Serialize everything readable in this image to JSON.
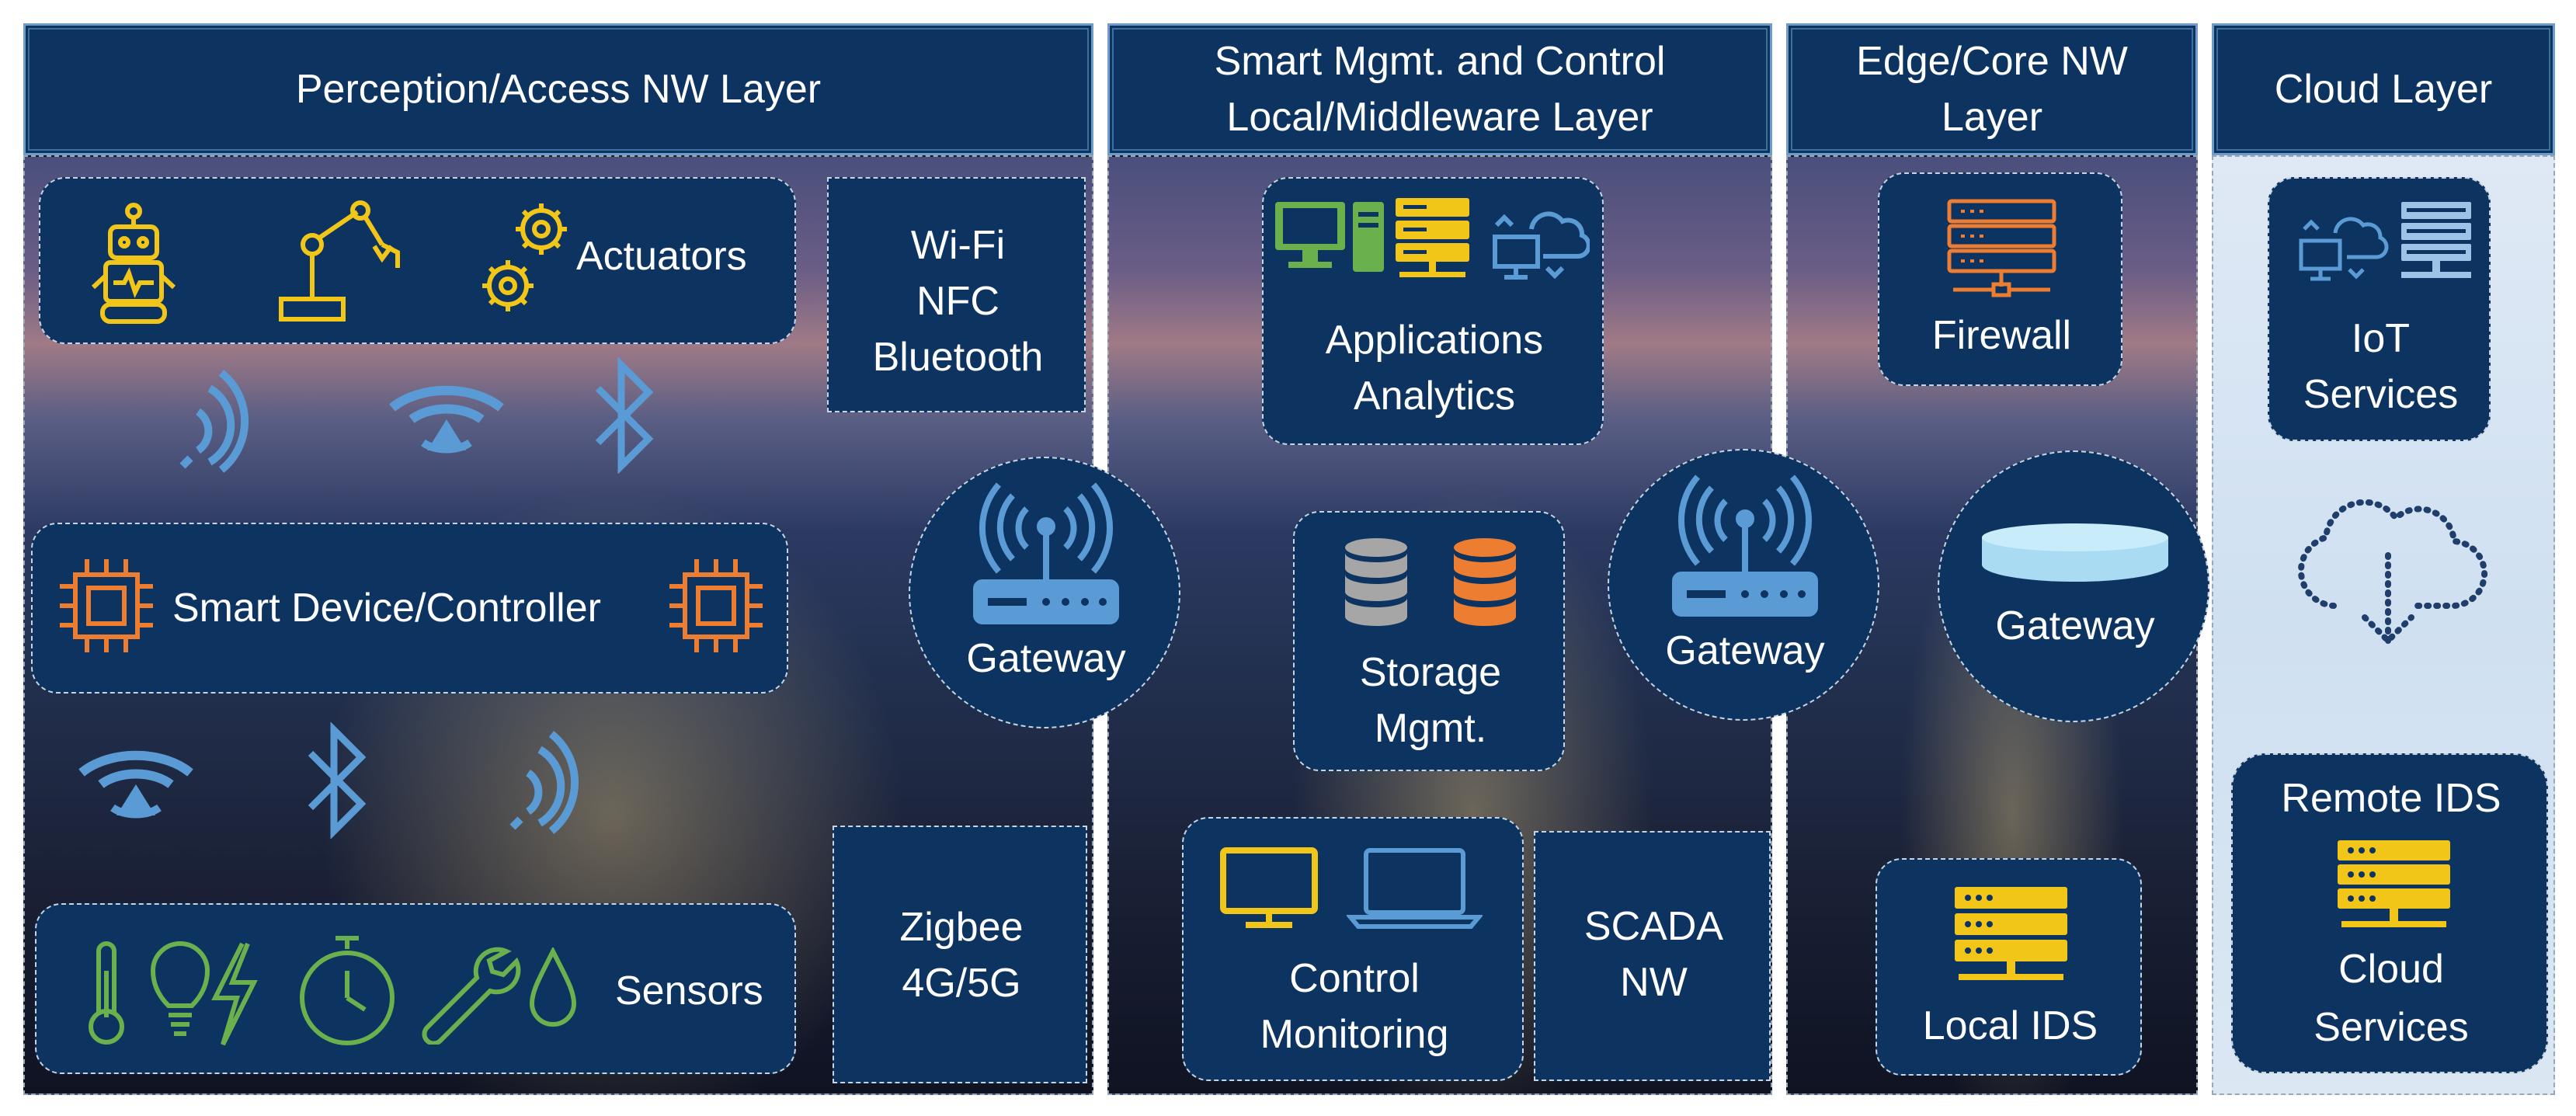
{
  "columns": {
    "perception": {
      "header": "Perception/Access NW Layer"
    },
    "smart": {
      "header_line1": "Smart Mgmt. and Control",
      "header_line2": "Local/Middleware Layer"
    },
    "edge": {
      "header_line1": "Edge/Core NW",
      "header_line2": "Layer"
    },
    "cloud": {
      "header": "Cloud Layer"
    }
  },
  "perception": {
    "actuators": "Actuators",
    "smart_device": "Smart Device/Controller",
    "sensors": "Sensors",
    "protocols_top": [
      "Wi-Fi",
      "NFC",
      "Bluetooth"
    ],
    "protocols_bottom": [
      "Zigbee",
      "4G/5G"
    ]
  },
  "smart": {
    "applications": [
      "Applications",
      "Analytics"
    ],
    "storage": [
      "Storage",
      "Mgmt."
    ],
    "control": [
      "Control",
      "Monitoring"
    ],
    "scada": [
      "SCADA",
      "NW"
    ]
  },
  "edge": {
    "firewall": "Firewall",
    "local_ids": "Local IDS"
  },
  "gateways": {
    "g1": "Gateway",
    "g2": "Gateway",
    "g3": "Gateway"
  },
  "cloud": {
    "iot_services": [
      "IoT",
      "Services"
    ],
    "remote_ids": "Remote IDS",
    "cloud_services": [
      "Cloud",
      "Services"
    ]
  },
  "colors": {
    "panel": "#0d3460",
    "yellow": "#f2c619",
    "green": "#6ab04c",
    "blue": "#5b9bd5",
    "orange": "#ed7d31"
  }
}
